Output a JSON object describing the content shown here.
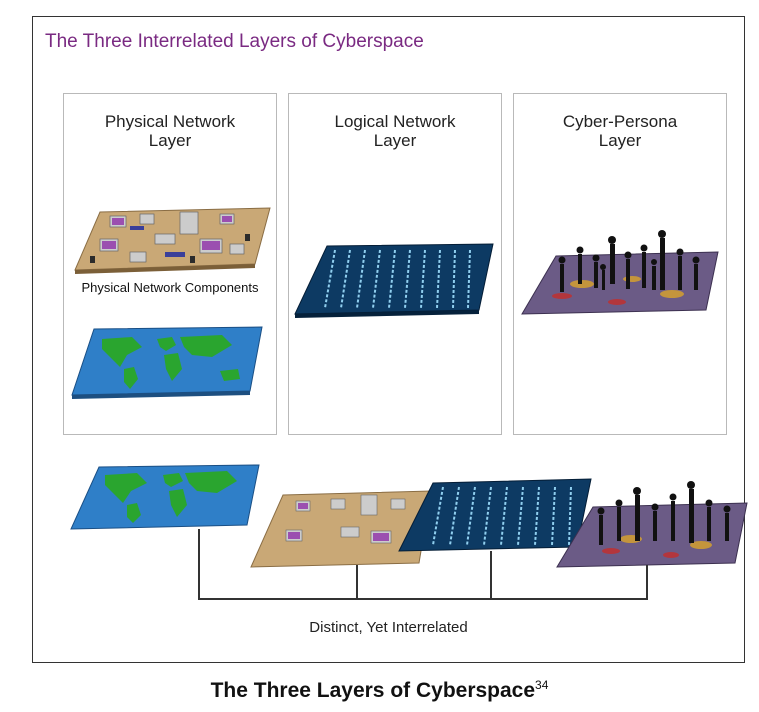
{
  "title": "The Three Interrelated Layers of Cyberspace",
  "panels": [
    {
      "title_line1": "Physical Network",
      "title_line2": "Layer"
    },
    {
      "title_line1": "Logical Network",
      "title_line2": "Layer"
    },
    {
      "title_line1": "Cyber-Persona",
      "title_line2": "Layer"
    }
  ],
  "physical_components_label": "Physical Network Components",
  "bottom_caption": "Distinct, Yet Interrelated",
  "figure_caption": "The Three Layers of Cyberspace",
  "figure_caption_footnote": "34",
  "colors": {
    "title": "#7a2a82",
    "ocean": "#2f7fc8",
    "land": "#2aa52f",
    "tabletop": "#c9a876",
    "code_bg": "#0d3a63",
    "code_fg": "#9fe0ff",
    "persona_floor": "#6b5b86"
  },
  "icons": [
    "world-map",
    "network-devices",
    "binary-code",
    "people-silhouettes"
  ]
}
